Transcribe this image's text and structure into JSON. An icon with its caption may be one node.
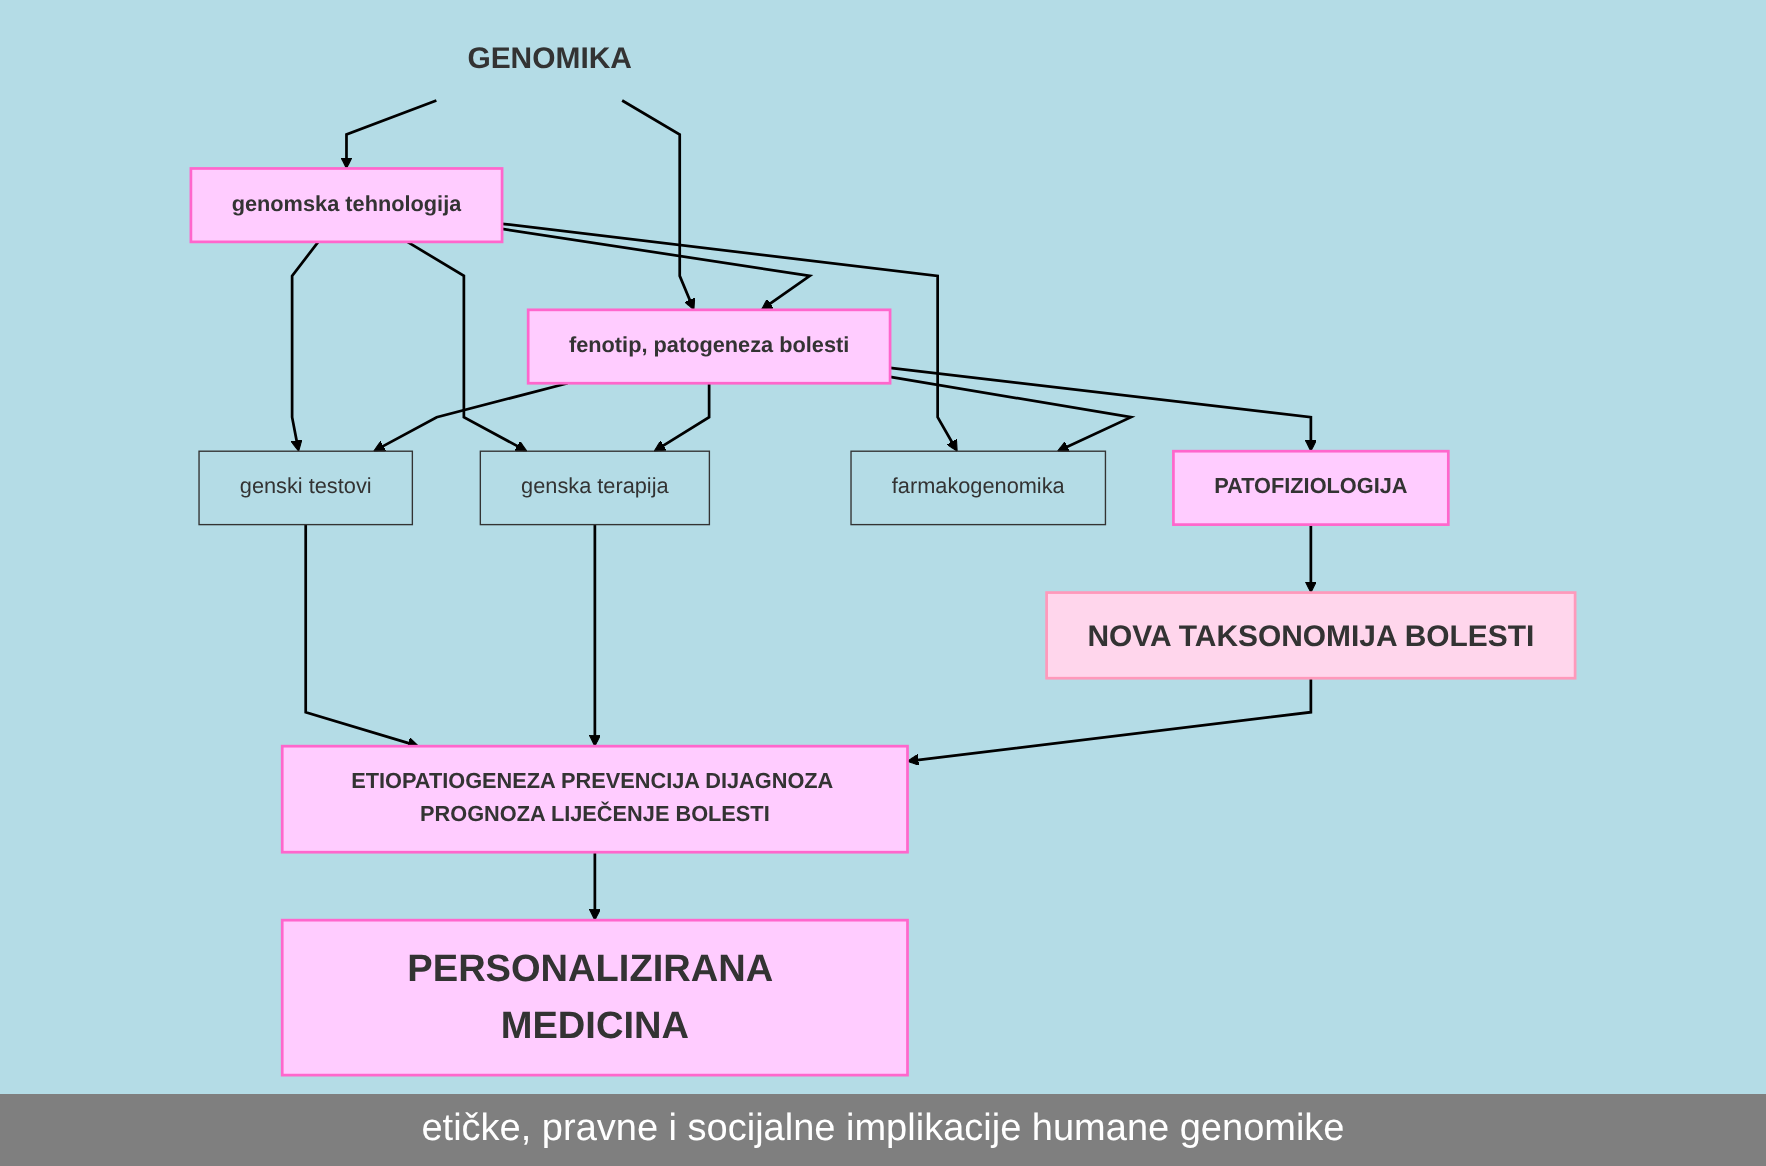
{
  "diagram": {
    "caption": "etičke, pravne i socijalne implikacije humane genomike",
    "nodes": [
      {
        "text": [
          "GENOMIKA"
        ]
      },
      {
        "text": [
          "genomska tehnologija"
        ]
      },
      {
        "text": [
          "fenotip, patogeneza bolesti"
        ]
      },
      {
        "text": [
          "PATOFIZIOLOGIJA"
        ]
      },
      {
        "text": [
          "genski testovi"
        ]
      },
      {
        "text": [
          "farmakogenomika"
        ]
      },
      {
        "text": [
          "genska terapija"
        ]
      },
      {
        "text": [
          "NOVA TAKSONOMIJA BOLESTI"
        ]
      },
      {
        "text": [
          "ETIOPATIOGENEZA PREVENCIJA DIJAGNOZA PROGNOZA LIJEČENJE BOLESTI"
        ]
      },
      {
        "text": [
          "PERSONALIZIRANA MEDICINA"
        ]
      }
    ],
    "edges": [
      {
        "from": 0,
        "to": 1,
        "arrow": "to"
      },
      {
        "from": 0,
        "to": 2,
        "arrow": "to"
      },
      {
        "from": 1,
        "to": 2,
        "arrow": "to"
      },
      {
        "from": 2,
        "to": 3,
        "arrow": "to"
      },
      {
        "from": 1,
        "to": 4,
        "arrow": "to"
      },
      {
        "from": 1,
        "to": 5,
        "arrow": "to"
      },
      {
        "from": 1,
        "to": 6,
        "arrow": "to"
      },
      {
        "from": 2,
        "to": 4,
        "arrow": "to"
      },
      {
        "from": 2,
        "to": 5,
        "arrow": "to"
      },
      {
        "from": 2,
        "to": 6,
        "arrow": "to"
      },
      {
        "from": 3,
        "to": 7,
        "arrow": "to"
      },
      {
        "from": 4,
        "to": 8,
        "arrow": "to"
      },
      {
        "from": 6,
        "to": 8,
        "arrow": "to"
      },
      {
        "from": 7,
        "to": 8,
        "arrow": "to"
      },
      {
        "from": 8,
        "to": 9,
        "arrow": "to"
      }
    ]
  }
}
